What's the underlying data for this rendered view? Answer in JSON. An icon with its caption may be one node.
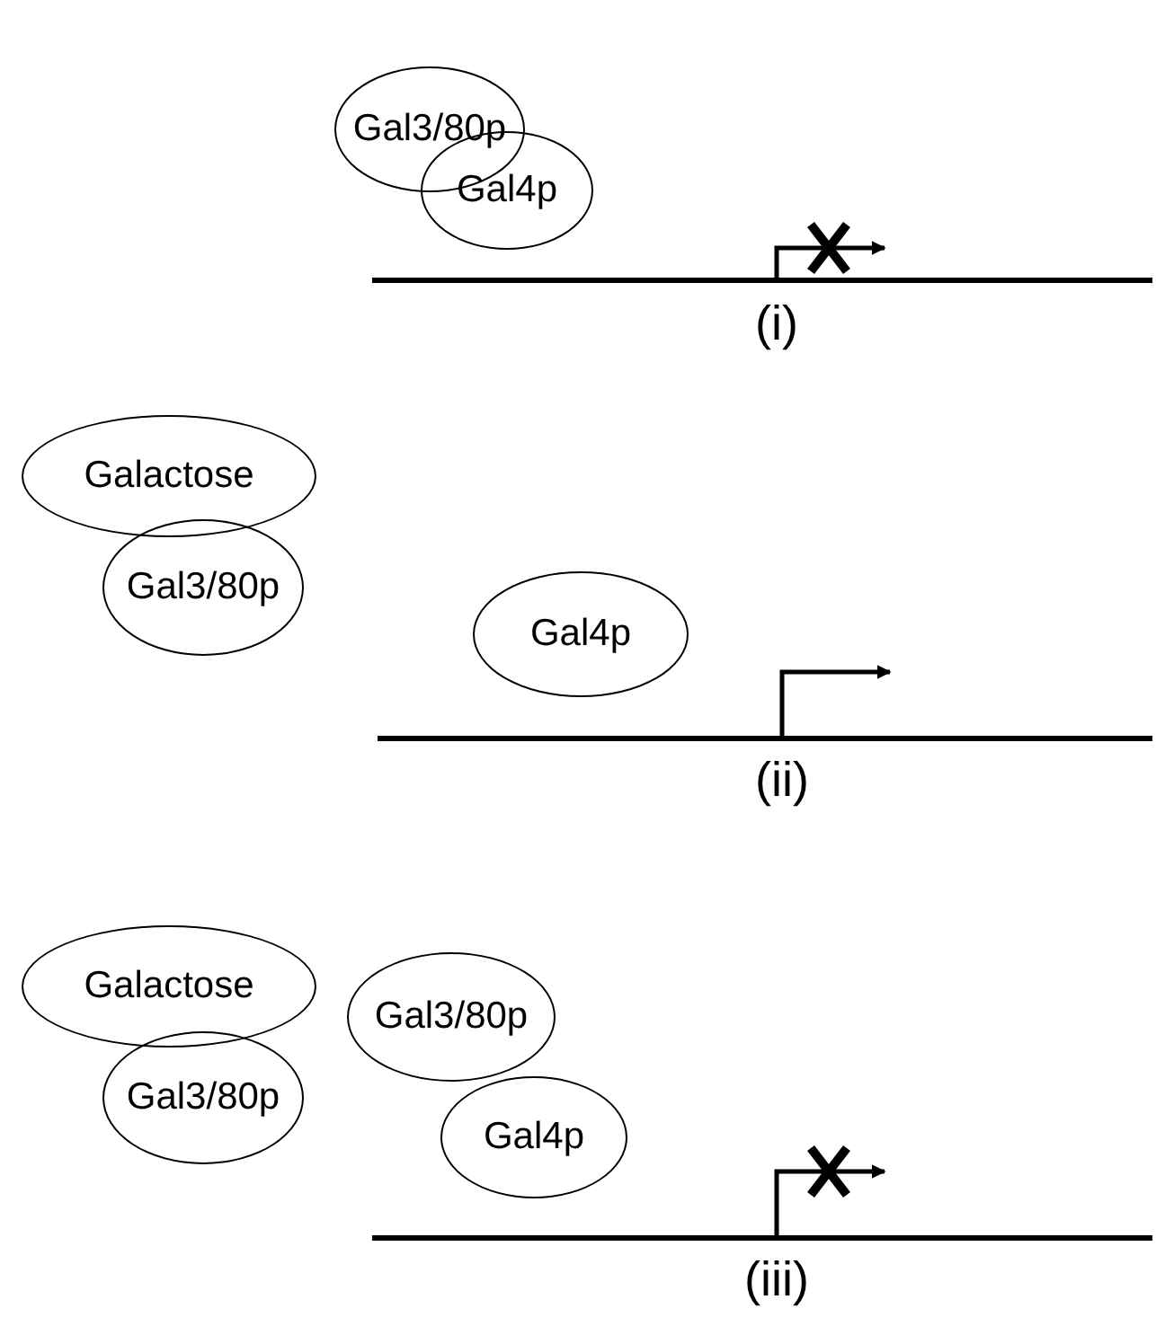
{
  "diagram": {
    "nodes": [
      {
        "text": [
          "Gal3/80p"
        ]
      },
      {
        "text": [
          "Gal4p"
        ]
      },
      {
        "text": [
          "Galactose"
        ]
      },
      {
        "text": [
          "Gal3/80p"
        ]
      },
      {
        "text": [
          "Gal4p"
        ]
      },
      {
        "text": [
          "Galactose"
        ]
      },
      {
        "text": [
          "Gal3/80p"
        ]
      },
      {
        "text": [
          "Gal3/80p"
        ]
      },
      {
        "text": [
          "Gal4p"
        ]
      }
    ],
    "edges": [],
    "labels": [
      "(i)",
      "(ii)",
      "(iii)"
    ]
  }
}
